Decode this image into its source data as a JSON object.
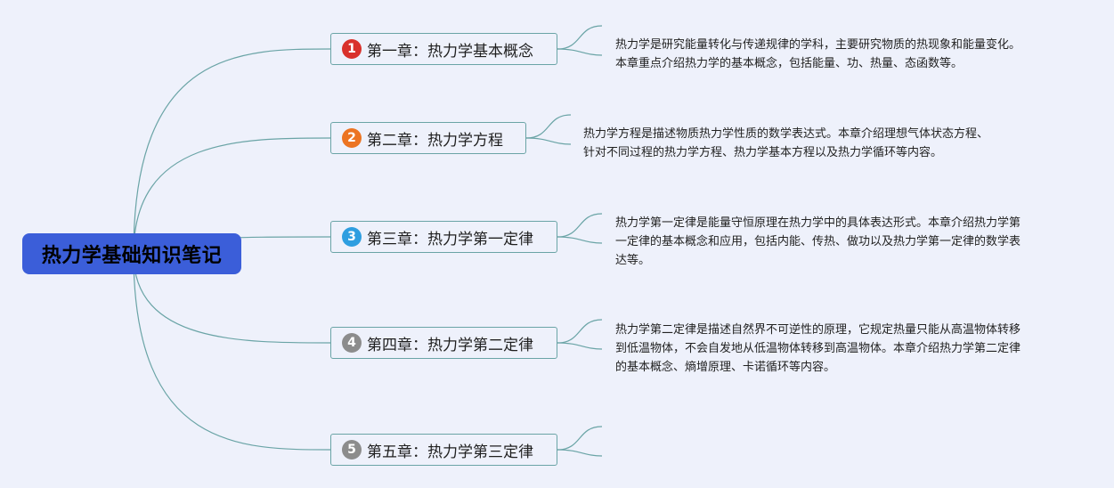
{
  "root": {
    "title": "热力学基础知识笔记"
  },
  "chapters": [
    {
      "number": "1",
      "title": "第一章：热力学基本概念",
      "badge_color": "#d9312b",
      "lines": [
        "热力学是研究能量转化与传递规律的学科，主要研究物质的热现象和能量变化。",
        "本章重点介绍热力学的基本概念，包括能量、功、热量、态函数等。"
      ]
    },
    {
      "number": "2",
      "title": "第二章：热力学方程",
      "badge_color": "#ec7422",
      "lines": [
        "热力学方程是描述物质热力学性质的数学表达式。本章介绍理想气体状态方程、",
        "针对不同过程的热力学方程、热力学基本方程以及热力学循环等内容。"
      ]
    },
    {
      "number": "3",
      "title": "第三章：热力学第一定律",
      "badge_color": "#2e9ee0",
      "lines": [
        "热力学第一定律是能量守恒原理在热力学中的具体表达形式。本章介绍热力学第",
        "一定律的基本概念和应用，包括内能、传热、做功以及热力学第一定律的数学表",
        "达等。"
      ]
    },
    {
      "number": "4",
      "title": "第四章：热力学第二定律",
      "badge_color": "#8c8c8c",
      "lines": [
        "热力学第二定律是描述自然界不可逆性的原理，它规定热量只能从高温物体转移",
        "到低温物体，不会自发地从低温物体转移到高温物体。本章介绍热力学第二定律",
        "的基本概念、熵增原理、卡诺循环等内容。"
      ]
    },
    {
      "number": "5",
      "title": "第五章：热力学第三定律",
      "badge_color": "#8c8c8c",
      "lines": []
    }
  ],
  "colors": {
    "connector": "#6aa4a6",
    "root_fill": "#3b5ed9"
  }
}
